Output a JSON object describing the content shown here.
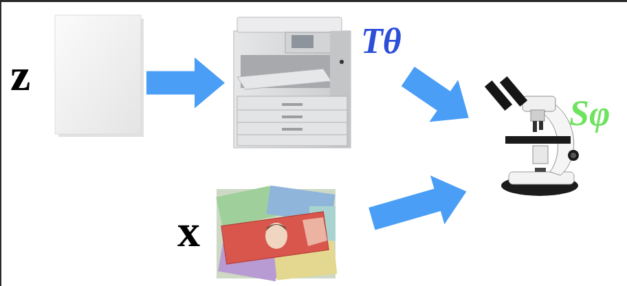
{
  "diagram": {
    "nodes": [
      {
        "text": [
          "z"
        ]
      },
      {
        "text": [
          "Tθ"
        ]
      },
      {
        "text": [
          "Sφ"
        ]
      },
      {
        "text": [
          "x"
        ]
      }
    ],
    "edges": [
      {
        "from": 0,
        "to": 1,
        "arrow": "to"
      },
      {
        "from": 1,
        "to": 2,
        "arrow": "to"
      },
      {
        "from": 3,
        "to": 2,
        "arrow": "to"
      }
    ]
  }
}
